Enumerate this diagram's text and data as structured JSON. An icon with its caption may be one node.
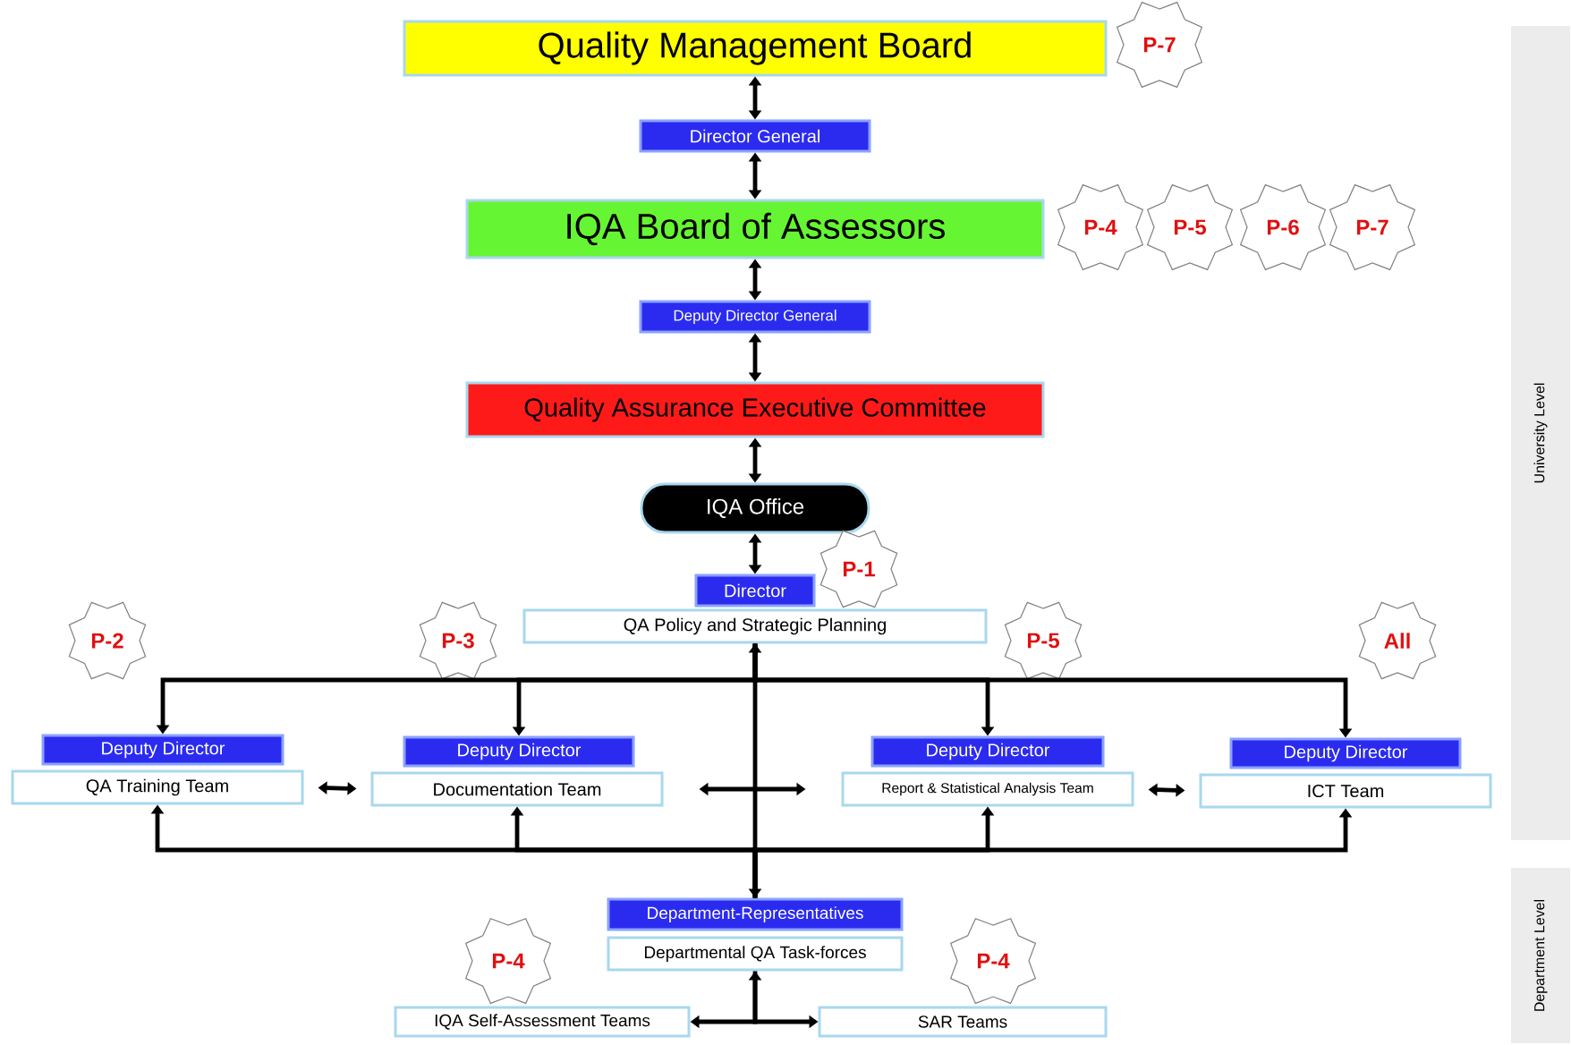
{
  "diagram": {
    "nodes": [
      {
        "text": [
          "Quality Management Board"
        ]
      },
      {
        "text": [
          "P-7"
        ]
      },
      {
        "text": [
          "Director General"
        ]
      },
      {
        "text": [
          "IQA Board of Assessors"
        ]
      },
      {
        "text": [
          "P-4"
        ]
      },
      {
        "text": [
          "P-5"
        ]
      },
      {
        "text": [
          "P-6"
        ]
      },
      {
        "text": [
          "P-7"
        ]
      },
      {
        "text": [
          "Deputy Director General"
        ]
      },
      {
        "text": [
          "Quality Assurance Executive Committee"
        ]
      },
      {
        "text": [
          "IQA Office"
        ]
      },
      {
        "text": [
          "P-1"
        ]
      },
      {
        "text": [
          "Director"
        ]
      },
      {
        "text": [
          "QA Policy and Strategic Planning"
        ]
      },
      {
        "text": [
          "P-2"
        ]
      },
      {
        "text": [
          "P-3"
        ]
      },
      {
        "text": [
          "P-5"
        ]
      },
      {
        "text": [
          "All"
        ]
      },
      {
        "text": [
          "Deputy Director"
        ]
      },
      {
        "text": [
          "QA Training Team"
        ]
      },
      {
        "text": [
          "Deputy Director"
        ]
      },
      {
        "text": [
          "Documentation Team"
        ]
      },
      {
        "text": [
          "Deputy Director"
        ]
      },
      {
        "text": [
          "Report & Statistical Analysis Team"
        ]
      },
      {
        "text": [
          "Deputy Director"
        ]
      },
      {
        "text": [
          "ICT Team"
        ]
      },
      {
        "text": [
          "Department-Representatives"
        ]
      },
      {
        "text": [
          "Departmental QA Task-forces"
        ]
      },
      {
        "text": [
          "P-4"
        ]
      },
      {
        "text": [
          "P-4"
        ]
      },
      {
        "text": [
          "IQA Self-Assessment Teams"
        ]
      },
      {
        "text": [
          "SAR Teams"
        ]
      },
      {
        "text": [
          "University Level"
        ]
      },
      {
        "text": [
          "Department Level"
        ]
      }
    ],
    "edges": [
      {
        "from": 0,
        "to": 2,
        "arrow": "both"
      },
      {
        "from": 2,
        "to": 3,
        "arrow": "both"
      },
      {
        "from": 3,
        "to": 8,
        "arrow": "both"
      },
      {
        "from": 8,
        "to": 9,
        "arrow": "both"
      },
      {
        "from": 9,
        "to": 10,
        "arrow": "both"
      },
      {
        "from": 10,
        "to": 12,
        "arrow": "both"
      },
      {
        "from": 13,
        "to": 18,
        "arrow": "to"
      },
      {
        "from": 13,
        "to": 20,
        "arrow": "to"
      },
      {
        "from": 13,
        "to": 22,
        "arrow": "to"
      },
      {
        "from": 13,
        "to": 24,
        "arrow": "to"
      },
      {
        "from": 19,
        "to": 21,
        "arrow": "both"
      },
      {
        "from": 21,
        "to": 23,
        "arrow": "both"
      },
      {
        "from": 23,
        "to": 25,
        "arrow": "both"
      },
      {
        "from": 26,
        "to": 13,
        "arrow": "both"
      },
      {
        "from": 26,
        "to": 19,
        "arrow": "to"
      },
      {
        "from": 26,
        "to": 21,
        "arrow": "to"
      },
      {
        "from": 26,
        "to": 23,
        "arrow": "to"
      },
      {
        "from": 26,
        "to": 25,
        "arrow": "to"
      },
      {
        "from": 27,
        "to": 30,
        "arrow": "both"
      },
      {
        "from": 27,
        "to": 31,
        "arrow": "to"
      }
    ]
  }
}
